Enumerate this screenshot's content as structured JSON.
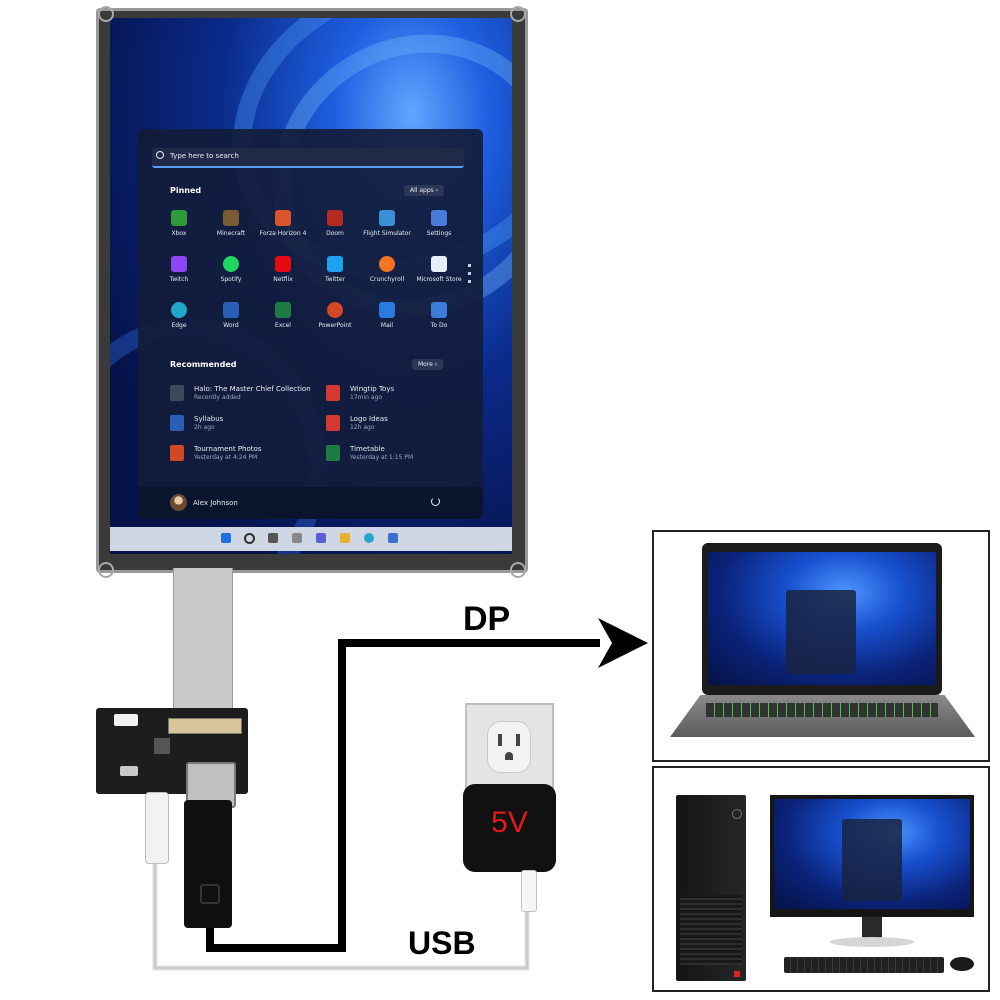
{
  "start_menu": {
    "search_placeholder": "Type here to search",
    "pinned_title": "Pinned",
    "all_apps_label": "All apps",
    "pinned_apps": [
      {
        "label": "Xbox",
        "color": "#2e9a3a"
      },
      {
        "label": "Minecraft",
        "color": "#7a5b34"
      },
      {
        "label": "Forza Horizon 4",
        "color": "#d8552d"
      },
      {
        "label": "Doom",
        "color": "#b52a1e"
      },
      {
        "label": "Flight Simulator",
        "color": "#3b8fd6"
      },
      {
        "label": "Settings",
        "color": "#4a7bd9"
      },
      {
        "label": "Twitch",
        "color": "#8c45f0"
      },
      {
        "label": "Spotify",
        "color": "#1ed760"
      },
      {
        "label": "Netflix",
        "color": "#e50914"
      },
      {
        "label": "Twitter",
        "color": "#1da1f2"
      },
      {
        "label": "Crunchyroll",
        "color": "#f47521"
      },
      {
        "label": "Microsoft Store",
        "color": "#e8eef8"
      },
      {
        "label": "Edge",
        "color": "#22a7c8"
      },
      {
        "label": "Word",
        "color": "#2b5fb5"
      },
      {
        "label": "Excel",
        "color": "#1f7a46"
      },
      {
        "label": "PowerPoint",
        "color": "#d24726"
      },
      {
        "label": "Mail",
        "color": "#2a7be0"
      },
      {
        "label": "To Do",
        "color": "#3d7bd8"
      }
    ],
    "recommended_title": "Recommended",
    "more_label": "More",
    "recommended": [
      {
        "title": "Halo: The Master Chief Collection",
        "sub": "Recently added",
        "color": "#3a4a5a"
      },
      {
        "title": "Wingtip Toys",
        "sub": "17min ago",
        "color": "#d33a2f"
      },
      {
        "title": "Syllabus",
        "sub": "2h ago",
        "color": "#2b5fb5"
      },
      {
        "title": "Logo Ideas",
        "sub": "12h ago",
        "color": "#d33a2f"
      },
      {
        "title": "Tournament Photos",
        "sub": "Yesterday at 4:24 PM",
        "color": "#d24726"
      },
      {
        "title": "Timetable",
        "sub": "Yesterday at 1:15 PM",
        "color": "#1f7a46"
      }
    ],
    "user_name": "Alex Johnson"
  },
  "labels": {
    "dp": "DP",
    "usb": "USB",
    "power": "5V"
  },
  "colors": {
    "cable_black": "#000000",
    "cable_white": "#e2e2e2",
    "adapter_text": "#e21a1a"
  }
}
